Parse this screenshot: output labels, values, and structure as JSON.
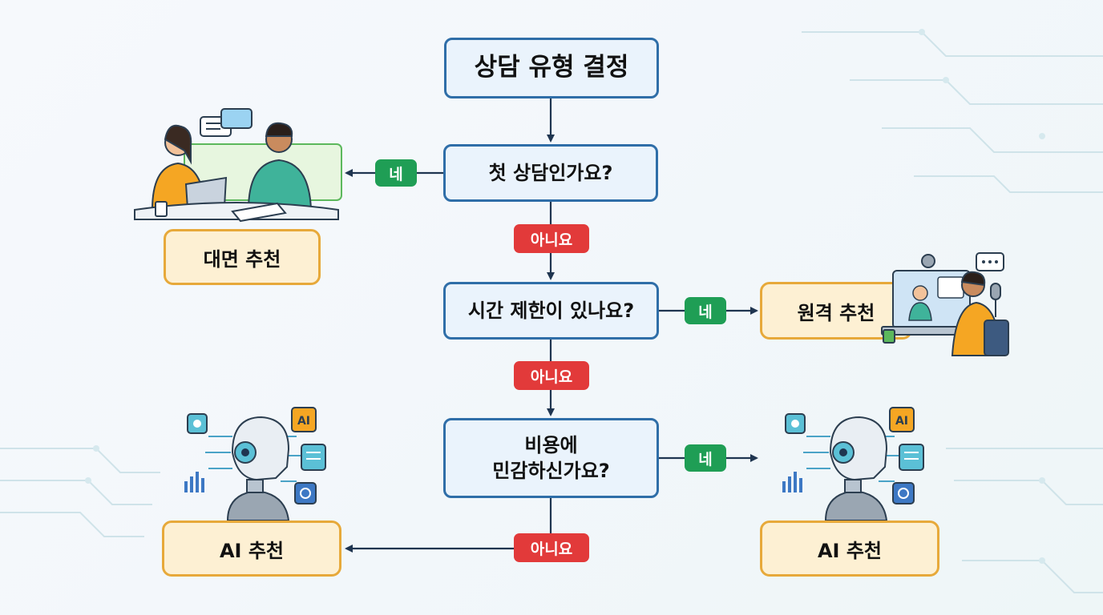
{
  "flowchart": {
    "start": "상담 유형 결정",
    "q1": "첫 상담인가요?",
    "q2": "시간 제한이 있나요?",
    "q3_line1": "비용에",
    "q3_line2": "민감하신가요?",
    "result_in_person": "대면 추천",
    "result_remote": "원격 추천",
    "result_ai_left": "AI 추천",
    "result_ai_right": "AI 추천",
    "yes": "네",
    "no": "아니요"
  },
  "illustrations": {
    "ai_badge": "AI"
  },
  "colors": {
    "question_border": "#2f6ea8",
    "question_fill": "#eaf3fc",
    "result_border": "#e7a93a",
    "result_fill": "#fdf0d3",
    "yes": "#1f9e55",
    "no": "#e23a3a",
    "arrow": "#1f3550"
  }
}
